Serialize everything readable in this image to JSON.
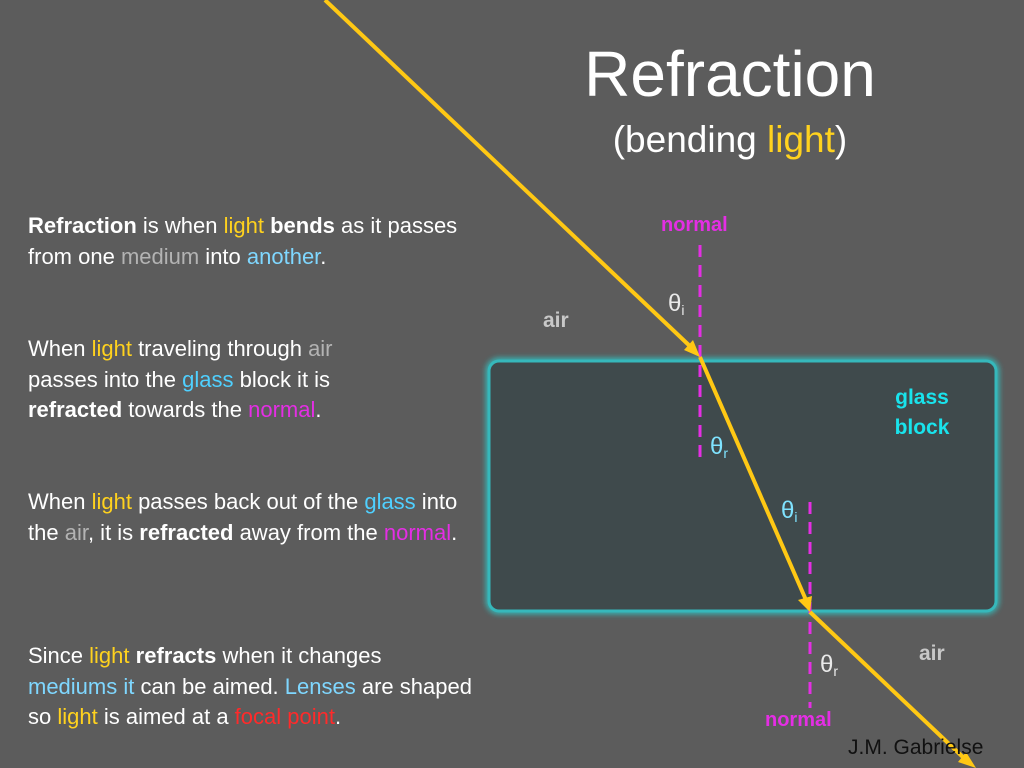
{
  "title": "Refraction",
  "subtitle": {
    "prefix": "(bending ",
    "highlight": "light",
    "suffix": ")"
  },
  "paragraphs": {
    "p1": {
      "t1": "Refraction",
      "t2": " is when ",
      "t3": "light",
      "t4": " ",
      "t5": "bends",
      "t6": " as it passes from one ",
      "t7": "medium",
      "t8": " into ",
      "t9": "another",
      "t10": "."
    },
    "p2": {
      "t1": "When ",
      "t2": "light",
      "t3": " traveling through ",
      "t4": "air",
      "t5": " passes into the ",
      "t6": "glass",
      "t7": " block it is ",
      "t8": "refracted",
      "t9": " towards the ",
      "t10": "normal",
      "t11": "."
    },
    "p3": {
      "t1": "When ",
      "t2": "light",
      "t3": " passes back out of the ",
      "t4": "glass",
      "t5": " into the ",
      "t6": "air",
      "t7": ", it is ",
      "t8": "refracted",
      "t9": " away from the ",
      "t10": "normal",
      "t11": "."
    },
    "p4": {
      "t1": "Since ",
      "t2": "light",
      "t3": " ",
      "t4": "refracts",
      "t5": " when it changes ",
      "t6": "mediums it",
      "t7": " can be aimed.  ",
      "t8": "Lenses",
      "t9": " are shaped so ",
      "t10": "light",
      "t11": " is aimed at a ",
      "t12": "focal point",
      "t13": "."
    }
  },
  "diagram": {
    "label_normal_top": "normal",
    "label_normal_bottom": "normal",
    "label_air_top": "air",
    "label_air_bottom": "air",
    "label_glass_line1": "glass",
    "label_glass_line2": "block",
    "theta_symbol": "θ",
    "sub_i": "i",
    "sub_r": "r"
  },
  "credit": "J.M. Gabrielse",
  "colors": {
    "background": "#5c5c5c",
    "ray": "#ffc814",
    "normal_line": "#e42ee4",
    "glass_fill": "#3f4a4c",
    "glass_edge": "#2fc9c9"
  }
}
